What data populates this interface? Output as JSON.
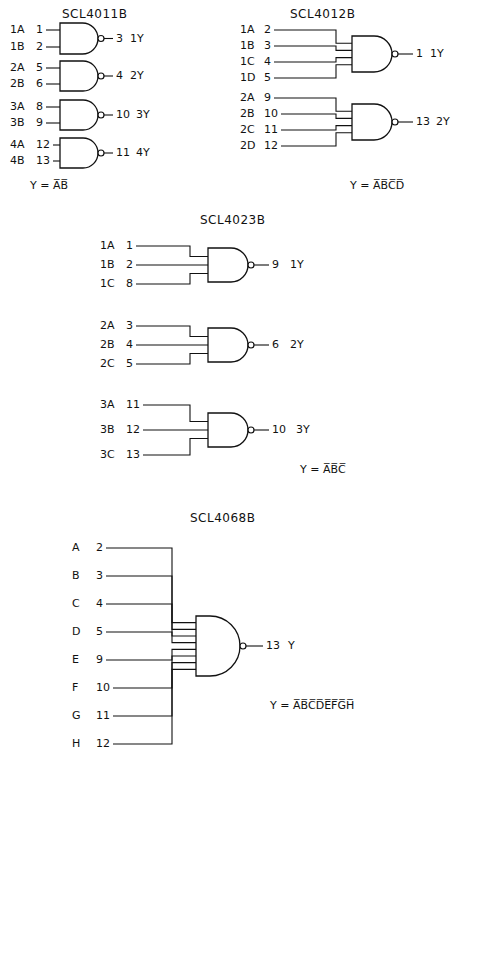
{
  "diagram": {
    "labels": [
      "SCL4011B",
      "1A",
      "1",
      "1B",
      "2",
      "3",
      "1Y",
      "2A",
      "5",
      "2B",
      "6",
      "4",
      "2Y",
      "3A",
      "8",
      "3B",
      "9",
      "10",
      "3Y",
      "4A",
      "12",
      "4B",
      "13",
      "11",
      "4Y",
      "Y = A̅B̅",
      "SCL4012B",
      "1A",
      "2",
      "1B",
      "3",
      "1C",
      "4",
      "1D",
      "5",
      "1",
      "1Y",
      "2A",
      "9",
      "2B",
      "10",
      "2C",
      "11",
      "2D",
      "12",
      "13",
      "2Y",
      "Y = A̅B̅C̅D̅",
      "SCL4023B",
      "1A",
      "1",
      "1B",
      "2",
      "1C",
      "8",
      "9",
      "1Y",
      "2A",
      "3",
      "2B",
      "4",
      "2C",
      "5",
      "6",
      "2Y",
      "3A",
      "11",
      "3B",
      "12",
      "3C",
      "13",
      "10",
      "3Y",
      "Y = A̅B̅C̅",
      "SCL4068B",
      "A",
      "2",
      "B",
      "3",
      "C",
      "4",
      "D",
      "5",
      "E",
      "9",
      "F",
      "10",
      "G",
      "11",
      "H",
      "12",
      "13",
      "Y",
      "Y = A̅B̅C̅D̅E̅F̅G̅H̅"
    ]
  }
}
